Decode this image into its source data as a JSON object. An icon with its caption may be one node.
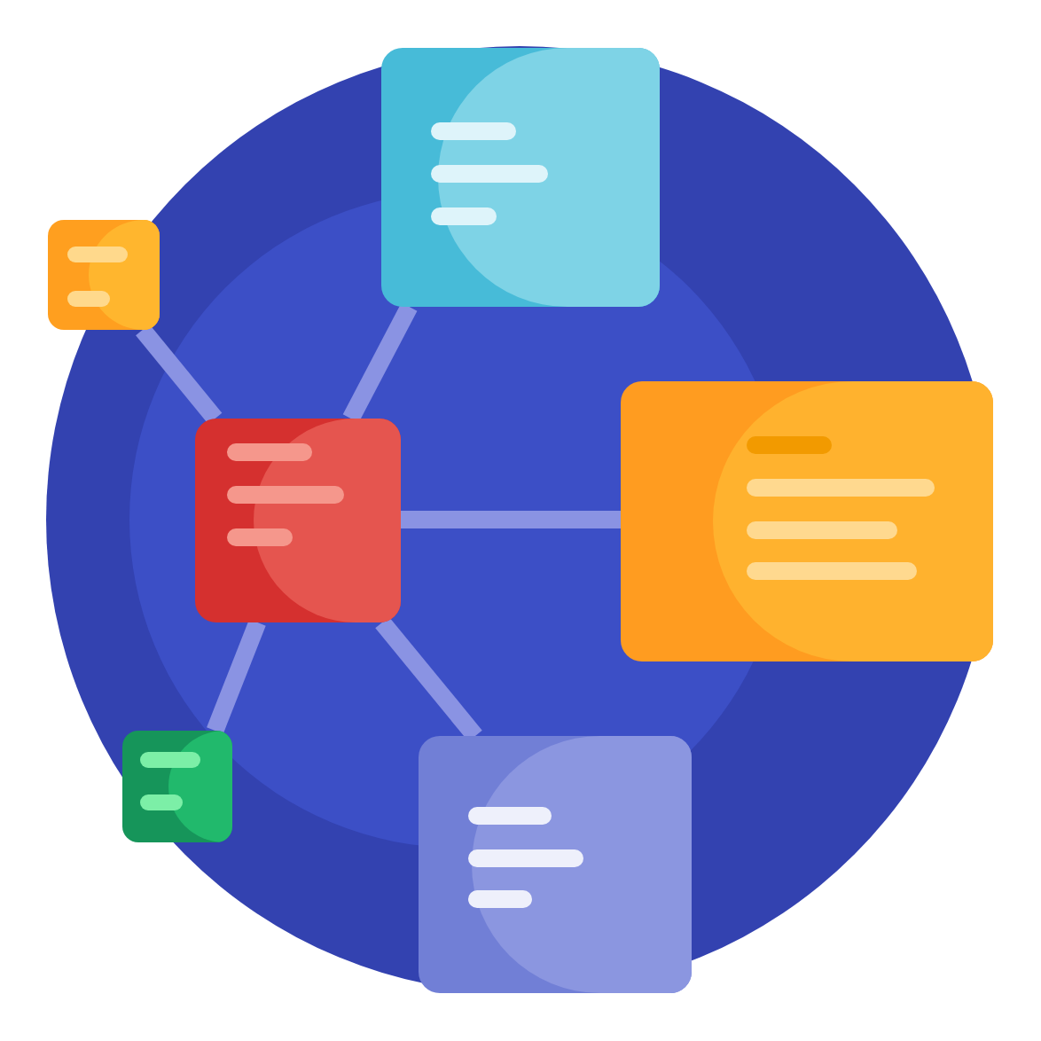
{
  "diagram": {
    "nodes": [
      {
        "text": [],
        "shape": "box"
      },
      {
        "text": [],
        "shape": "box"
      },
      {
        "text": [],
        "shape": "box"
      },
      {
        "text": [],
        "shape": "box"
      },
      {
        "text": [],
        "shape": "box"
      },
      {
        "text": [],
        "shape": "box"
      }
    ],
    "edges": [
      {
        "from": 3,
        "to": 0,
        "arrow": "none"
      },
      {
        "from": 3,
        "to": 1,
        "arrow": "none"
      },
      {
        "from": 3,
        "to": 2,
        "arrow": "none"
      },
      {
        "from": 3,
        "to": 4,
        "arrow": "none"
      },
      {
        "from": 3,
        "to": 5,
        "arrow": "none"
      }
    ]
  }
}
